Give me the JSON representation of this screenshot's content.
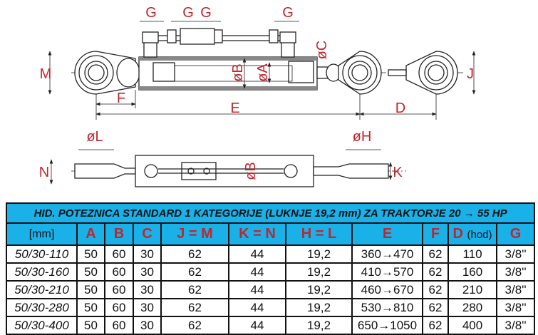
{
  "drawing": {
    "top_view": {
      "G1": "G",
      "G2": "G",
      "G3": "G",
      "G4": "G",
      "M": "M",
      "F": "F",
      "E": "E",
      "D": "D",
      "J": "J",
      "diamB": "øB",
      "diamA": "øA",
      "diamC": "øC"
    },
    "side_view": {
      "diamL": "øL",
      "diamH": "øH",
      "N": "N",
      "K": "K",
      "diamB": "øB"
    }
  },
  "table": {
    "title": "HID. POTEZNICA STANDARD 1 KATEGORIJE (LUKNJE 19,2 mm) ZA TRAKTORJE 20 → 55 HP",
    "headers": [
      "[mm]",
      "A",
      "B",
      "C",
      "J = M",
      "K = N",
      "H = L",
      "E",
      "F",
      "D",
      "G"
    ],
    "d_suffix": "(hod)",
    "rows": [
      [
        "50/30-110",
        "50",
        "60",
        "30",
        "62",
        "44",
        "19,2",
        "360→470",
        "62",
        "110",
        "3/8''"
      ],
      [
        "50/30-160",
        "50",
        "60",
        "30",
        "62",
        "44",
        "19,2",
        "410→570",
        "62",
        "160",
        "3/8''"
      ],
      [
        "50/30-210",
        "50",
        "60",
        "30",
        "62",
        "44",
        "19,2",
        "460→670",
        "62",
        "210",
        "3/8''"
      ],
      [
        "50/30-280",
        "50",
        "60",
        "30",
        "62",
        "44",
        "19,2",
        "530→810",
        "62",
        "280",
        "3/8''"
      ],
      [
        "50/30-400",
        "50",
        "60",
        "30",
        "62",
        "44",
        "19,2",
        "650→1050",
        "62",
        "400",
        "3/8''"
      ]
    ]
  },
  "colors": {
    "header_bg": "#1ab0e8",
    "label_red": "#c0272d"
  }
}
